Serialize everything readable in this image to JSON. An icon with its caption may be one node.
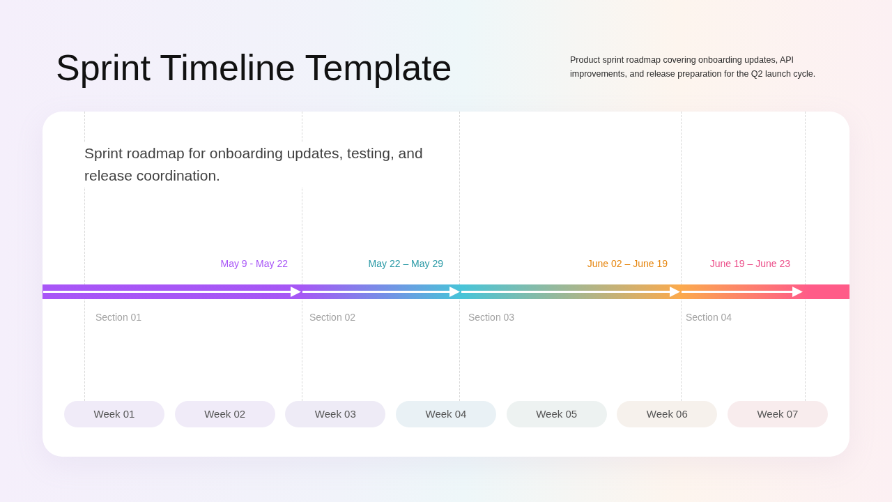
{
  "diagram": {
    "title": "Sprint Timeline Template",
    "nodes": [
      {
        "text": [
          "Sprint roadmap for onboarding updates, testing, and release coordination."
        ]
      },
      {
        "text": [
          "Week 01"
        ],
        "in": 0
      },
      {
        "text": [
          "Week 02"
        ],
        "in": 0
      },
      {
        "text": [
          "Week 03"
        ],
        "in": 0
      },
      {
        "text": [
          "Week 04"
        ],
        "in": 0
      },
      {
        "text": [
          "Week 05"
        ],
        "in": 0
      },
      {
        "text": [
          "Week 06"
        ],
        "in": 0
      },
      {
        "text": [
          "Week 07"
        ],
        "in": 0
      }
    ],
    "labels": [
      "Product sprint roadmap covering onboarding updates, API improvements, and release preparation for the Q2 launch cycle.",
      "May 9 - May 22",
      "May 22 – May 29",
      "June 02 – June 19",
      "June 19 – June 23",
      "Section 01",
      "Section 02",
      "Section 03",
      "Section 04"
    ]
  }
}
